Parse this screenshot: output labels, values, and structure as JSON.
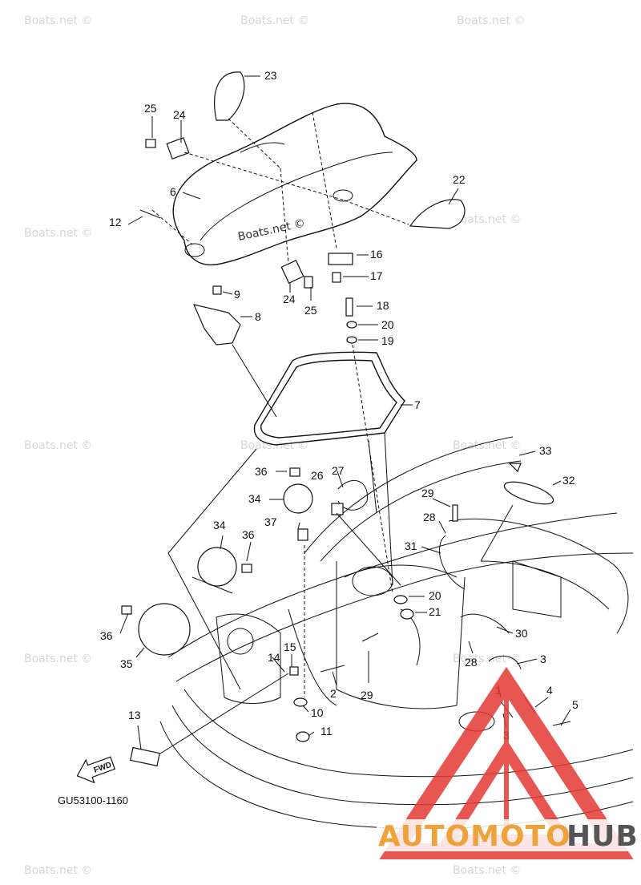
{
  "diagram": {
    "code": "GU53100-1160",
    "fwd_label": "FWD",
    "hood_watermark": "Boats.net ©",
    "callouts": [
      "23",
      "25",
      "24",
      "22",
      "6",
      "12",
      "16",
      "17",
      "18",
      "20",
      "19",
      "24",
      "25",
      "9",
      "8",
      "7",
      "33",
      "32",
      "36",
      "27",
      "26",
      "34",
      "29",
      "28",
      "37",
      "34",
      "36",
      "31",
      "20",
      "21",
      "36",
      "35",
      "30",
      "15",
      "14",
      "3",
      "28",
      "2",
      "29",
      "1",
      "4",
      "13",
      "10",
      "11",
      "5",
      "3"
    ]
  },
  "watermark": {
    "text": "Boats.net ©"
  },
  "logo": {
    "part1": "AUTOMOTO",
    "part2": "HUB",
    "colors": {
      "auto": "#f0a23a",
      "hub": "#555555",
      "triangle": "#e53935"
    }
  }
}
